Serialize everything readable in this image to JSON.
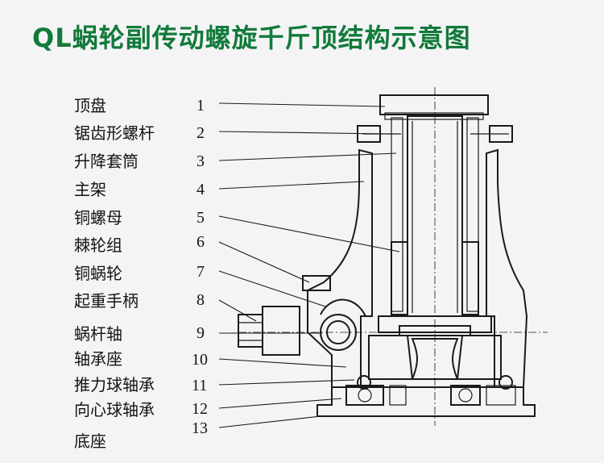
{
  "title": "QL蜗轮副传动螺旋千斤顶结构示意图",
  "parts": [
    {
      "number": "1",
      "label": "顶盘"
    },
    {
      "number": "2",
      "label": "锯齿形螺杆"
    },
    {
      "number": "3",
      "label": "升降套筒"
    },
    {
      "number": "4",
      "label": "主架"
    },
    {
      "number": "5",
      "label": "铜螺母"
    },
    {
      "number": "6",
      "label": "棘轮组"
    },
    {
      "number": "7",
      "label": "铜蜗轮"
    },
    {
      "number": "8",
      "label": "起重手柄"
    },
    {
      "number": "9",
      "label": "蜗杆轴"
    },
    {
      "number": "10",
      "label": "轴承座"
    },
    {
      "number": "11",
      "label": "推力球轴承"
    },
    {
      "number": "12",
      "label": "向心球轴承"
    },
    {
      "number": "13",
      "label": "底座"
    }
  ]
}
